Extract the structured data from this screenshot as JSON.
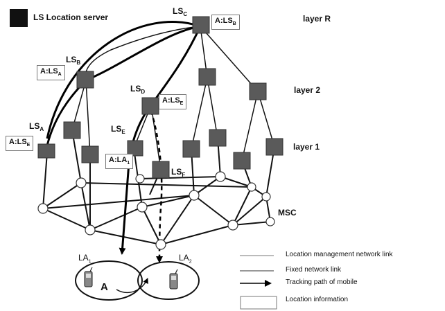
{
  "legend_server": "LS Location server",
  "layers": {
    "r": "layer R",
    "two": "layer 2",
    "one": "layer 1"
  },
  "servers": {
    "a": {
      "name": "LS",
      "sub": "A"
    },
    "b": {
      "name": "LS",
      "sub": "B"
    },
    "c": {
      "name": "LS",
      "sub": "C"
    },
    "d": {
      "name": "LS",
      "sub": "D"
    },
    "e": {
      "name": "LS",
      "sub": "E"
    },
    "f": {
      "name": "LS",
      "sub": "F"
    }
  },
  "info_boxes": {
    "c": {
      "text": "A:LS",
      "sub": "B"
    },
    "b": {
      "text": "A:LS",
      "sub": "A"
    },
    "d": {
      "text": "A:LS",
      "sub": "E"
    },
    "a": {
      "text": "A:LS",
      "sub": "E"
    },
    "e": {
      "text": "A:LA",
      "sub": "1"
    }
  },
  "msc": "MSC",
  "areas": {
    "la1": {
      "name": "LA",
      "sub": "1"
    },
    "la2": {
      "name": "LA",
      "sub": "2"
    }
  },
  "mobile_label": "A",
  "legend": {
    "mgmt_link": "Location management network link",
    "fixed_link": "Fixed network link",
    "tracking": "Tracking path of mobile",
    "info": "Location information"
  }
}
